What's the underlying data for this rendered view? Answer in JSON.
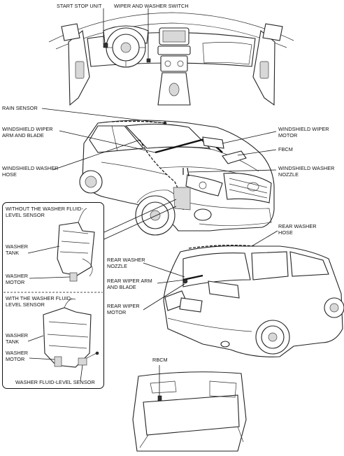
{
  "labels": {
    "start_stop_unit": "START STOP UNIT",
    "wiper_washer_switch": "WIPER AND WASHER SWITCH",
    "rain_sensor": "RAIN SENSOR",
    "ws_wiper_arm_blade": "WINDSHIELD WIPER\nARM AND BLADE",
    "ws_washer_hose": "WINDSHIELD WASHER\nHOSE",
    "ws_wiper_motor": "WINDSHIELD WIPER\nMOTOR",
    "fbcm": "FBCM",
    "ws_washer_nozzle": "WINDSHIELD WASHER\nNOZZLE",
    "without_sensor": "WITHOUT THE WASHER FLUID-\nLEVEL SENSOR",
    "washer_tank_1": "WASHER\nTANK",
    "washer_motor_1": "WASHER\nMOTOR",
    "with_sensor": "WITH THE WASHER FLUID-\nLEVEL SENSOR",
    "washer_tank_2": "WASHER\nTANK",
    "washer_motor_2": "WASHER\nMOTOR",
    "fluid_level_sensor": "WASHER FLUID-LEVEL SENSOR",
    "rear_washer_hose": "REAR WASHER\nHOSE",
    "rear_washer_nozzle": "REAR WASHER\nNOZZLE",
    "rear_wiper_arm_blade": "REAR WIPER ARM\nAND BLADE",
    "rear_wiper_motor": "REAR WIPER\nMOTOR",
    "rbcm": "RBCM"
  }
}
